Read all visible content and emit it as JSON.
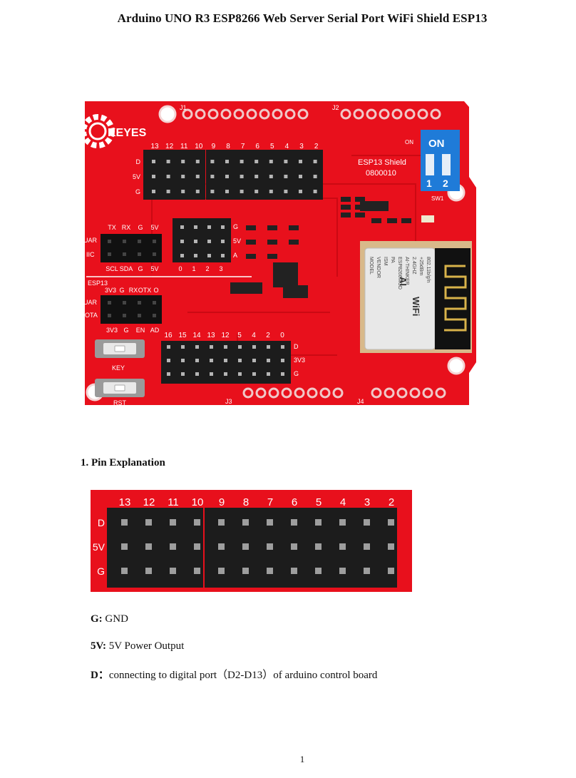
{
  "document": {
    "title": "Arduino UNO R3 ESP8266 Web Server Serial Port WiFi Shield ESP13",
    "page_number": "1"
  },
  "board": {
    "brand": "KEYES",
    "header_j1": "J1",
    "header_j2": "J2",
    "header_j3": "J3",
    "header_j4": "J4",
    "digital_pins": [
      "13",
      "12",
      "11",
      "10",
      "9",
      "8",
      "7",
      "6",
      "5",
      "4",
      "3",
      "2"
    ],
    "row_labels": [
      "D",
      "5V",
      "G"
    ],
    "shield_name": "ESP13 Shield",
    "shield_code": "0800010",
    "dip_on_label": "ON",
    "dip_side_label": "ON",
    "dip_numbers": [
      "1",
      "2"
    ],
    "switch_label": "SW1",
    "uart_top_labels": [
      "TX",
      "RX",
      "G",
      "5V"
    ],
    "uart_top_side": "UAR",
    "iic_side": "IIC",
    "iic_labels": [
      "SCL",
      "SDA",
      "G",
      "5V"
    ],
    "analog_row_labels": [
      "G",
      "5V",
      "A"
    ],
    "analog_pins": [
      "0",
      "1",
      "2",
      "3"
    ],
    "esp_label": "ESP13",
    "esp_uart_labels": [
      "3V3",
      "G",
      "RX",
      "OTX",
      "O"
    ],
    "esp_side_1": "UAR",
    "esp_side_2": "OTA",
    "esp_bottom_labels": [
      "3V3",
      "G",
      "EN",
      "AD"
    ],
    "gpio_pins": [
      "16",
      "15",
      "14",
      "13",
      "12",
      "5",
      "4",
      "2",
      "0"
    ],
    "gpio_row_labels": [
      "D",
      "3V3",
      "G"
    ],
    "key_label": "KEY",
    "rst_label": "RST",
    "module_lines": [
      "MODEL",
      "VENDOR",
      "ISM",
      "PA",
      "ESP8266MOD",
      "AI-THINKER",
      "2.4GHZ",
      "+25dBm",
      "802.11b/g/n"
    ],
    "module_logo": "AI",
    "module_wifi": "WiFi"
  },
  "section": {
    "heading": "1. Pin Explanation"
  },
  "closeup": {
    "pins": [
      "13",
      "12",
      "11",
      "10",
      "9",
      "8",
      "7",
      "6",
      "5",
      "4",
      "3",
      "2"
    ],
    "row_labels": [
      "D",
      "5V",
      "G"
    ]
  },
  "definitions": [
    {
      "term": "G:",
      "text": " GND"
    },
    {
      "term": "5V:",
      "text": " 5V Power Output"
    },
    {
      "term": "D：",
      "text": "connecting to digital port（D2-D13）of arduino control board"
    }
  ],
  "colors": {
    "pcb": "#e8101c",
    "pcb_dark": "#c40812",
    "silkscreen": "#ffffff",
    "header": "#1c1c1c",
    "dip": "#1f7bd8",
    "pad": "#d8b98a"
  }
}
